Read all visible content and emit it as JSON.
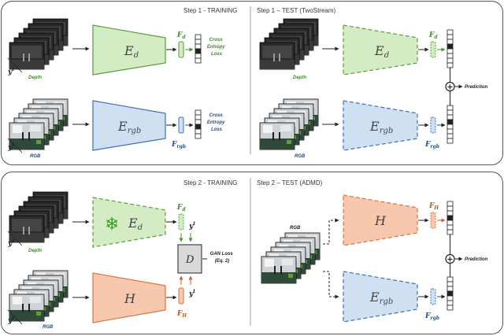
{
  "panels": {
    "top_left_title": "Step 1 - TRAINING",
    "top_right_title": "Step 1 – TEST (TwoStream)",
    "bottom_left_title": "Step 2 - TRAINING",
    "bottom_right_title": "Step 2 – TEST (ADMD)"
  },
  "labels": {
    "depth": "Depth",
    "rgb": "RGB",
    "cross_entropy_l1": "Cross",
    "cross_entropy_l2": "Entropy",
    "cross_entropy_l3": "Loss",
    "prediction": "Prediction",
    "gan_loss_l1": "GAN Loss",
    "gan_loss_l2": "(Eq. 2)"
  },
  "encoders": {
    "depth": "E",
    "depth_sub": "d",
    "rgb": "E",
    "rgb_sub": "rgb",
    "hallucination": "H",
    "discriminator": "D"
  },
  "features": {
    "depth": "F",
    "depth_sub": "d",
    "rgb": "F",
    "rgb_sub": "rgb",
    "hallucination": "F",
    "hallucination_sub": "H"
  },
  "symbols": {
    "y": "y",
    "y_sup": "t",
    "plus": "+",
    "snowflake": "❄"
  },
  "colors": {
    "green_fill": "#d4ecc4",
    "green_stroke": "#5a9a3c",
    "blue_fill": "#cfe0f3",
    "blue_stroke": "#3f6fb0",
    "orange_fill": "#f7c8ad",
    "orange_stroke": "#d7733e",
    "gray_fill": "#d9d9d9"
  }
}
